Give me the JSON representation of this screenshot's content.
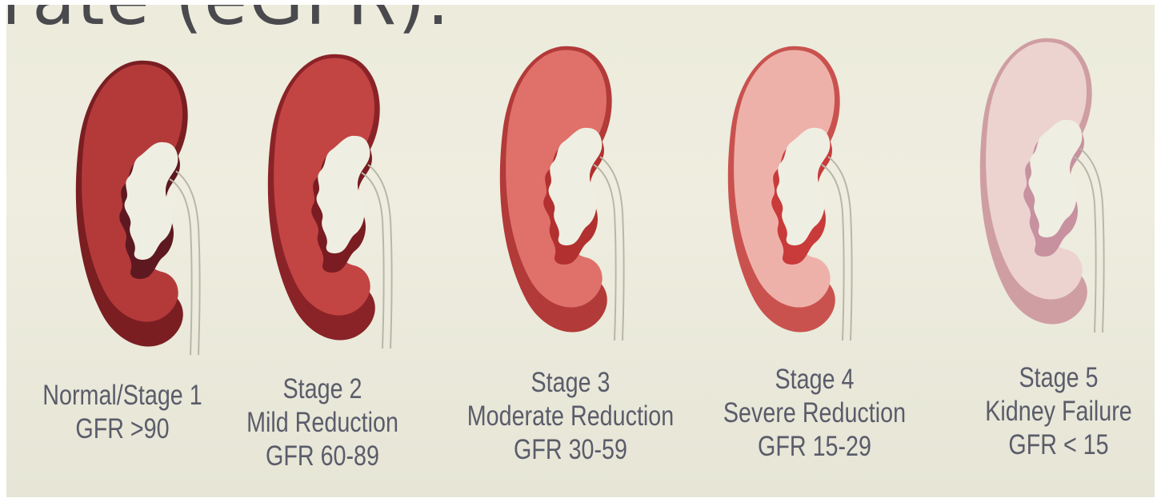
{
  "heading": "rate (eGFR).",
  "stages": [
    {
      "stage": "Normal/Stage 1",
      "description": "",
      "gfr": "GFR >90",
      "fill": "#b43a3a",
      "rim": "#7a1e22",
      "cavity": "#5e1820",
      "opacity": 1.0
    },
    {
      "stage": "Stage 2",
      "description": "Mild Reduction",
      "gfr": "GFR 60-89",
      "fill": "#c24443",
      "rim": "#8a2327",
      "cavity": "#7a1c22",
      "opacity": 1.0
    },
    {
      "stage": "Stage 3",
      "description": "Moderate Reduction",
      "gfr": "GFR 30-59",
      "fill": "#e0706a",
      "rim": "#b23a38",
      "cavity": "#b2302f",
      "opacity": 1.0
    },
    {
      "stage": "Stage 4",
      "description": "Severe Reduction",
      "gfr": "GFR 15-29",
      "fill": "#eeb1a9",
      "rim": "#c9524f",
      "cavity": "#c93a3a",
      "opacity": 1.0
    },
    {
      "stage": "Stage 5",
      "description": "Kidney Failure",
      "gfr": "GFR < 15",
      "fill": "#ecd3d0",
      "rim": "#cf9ea2",
      "cavity": "#c791a0",
      "opacity": 1.0
    }
  ]
}
